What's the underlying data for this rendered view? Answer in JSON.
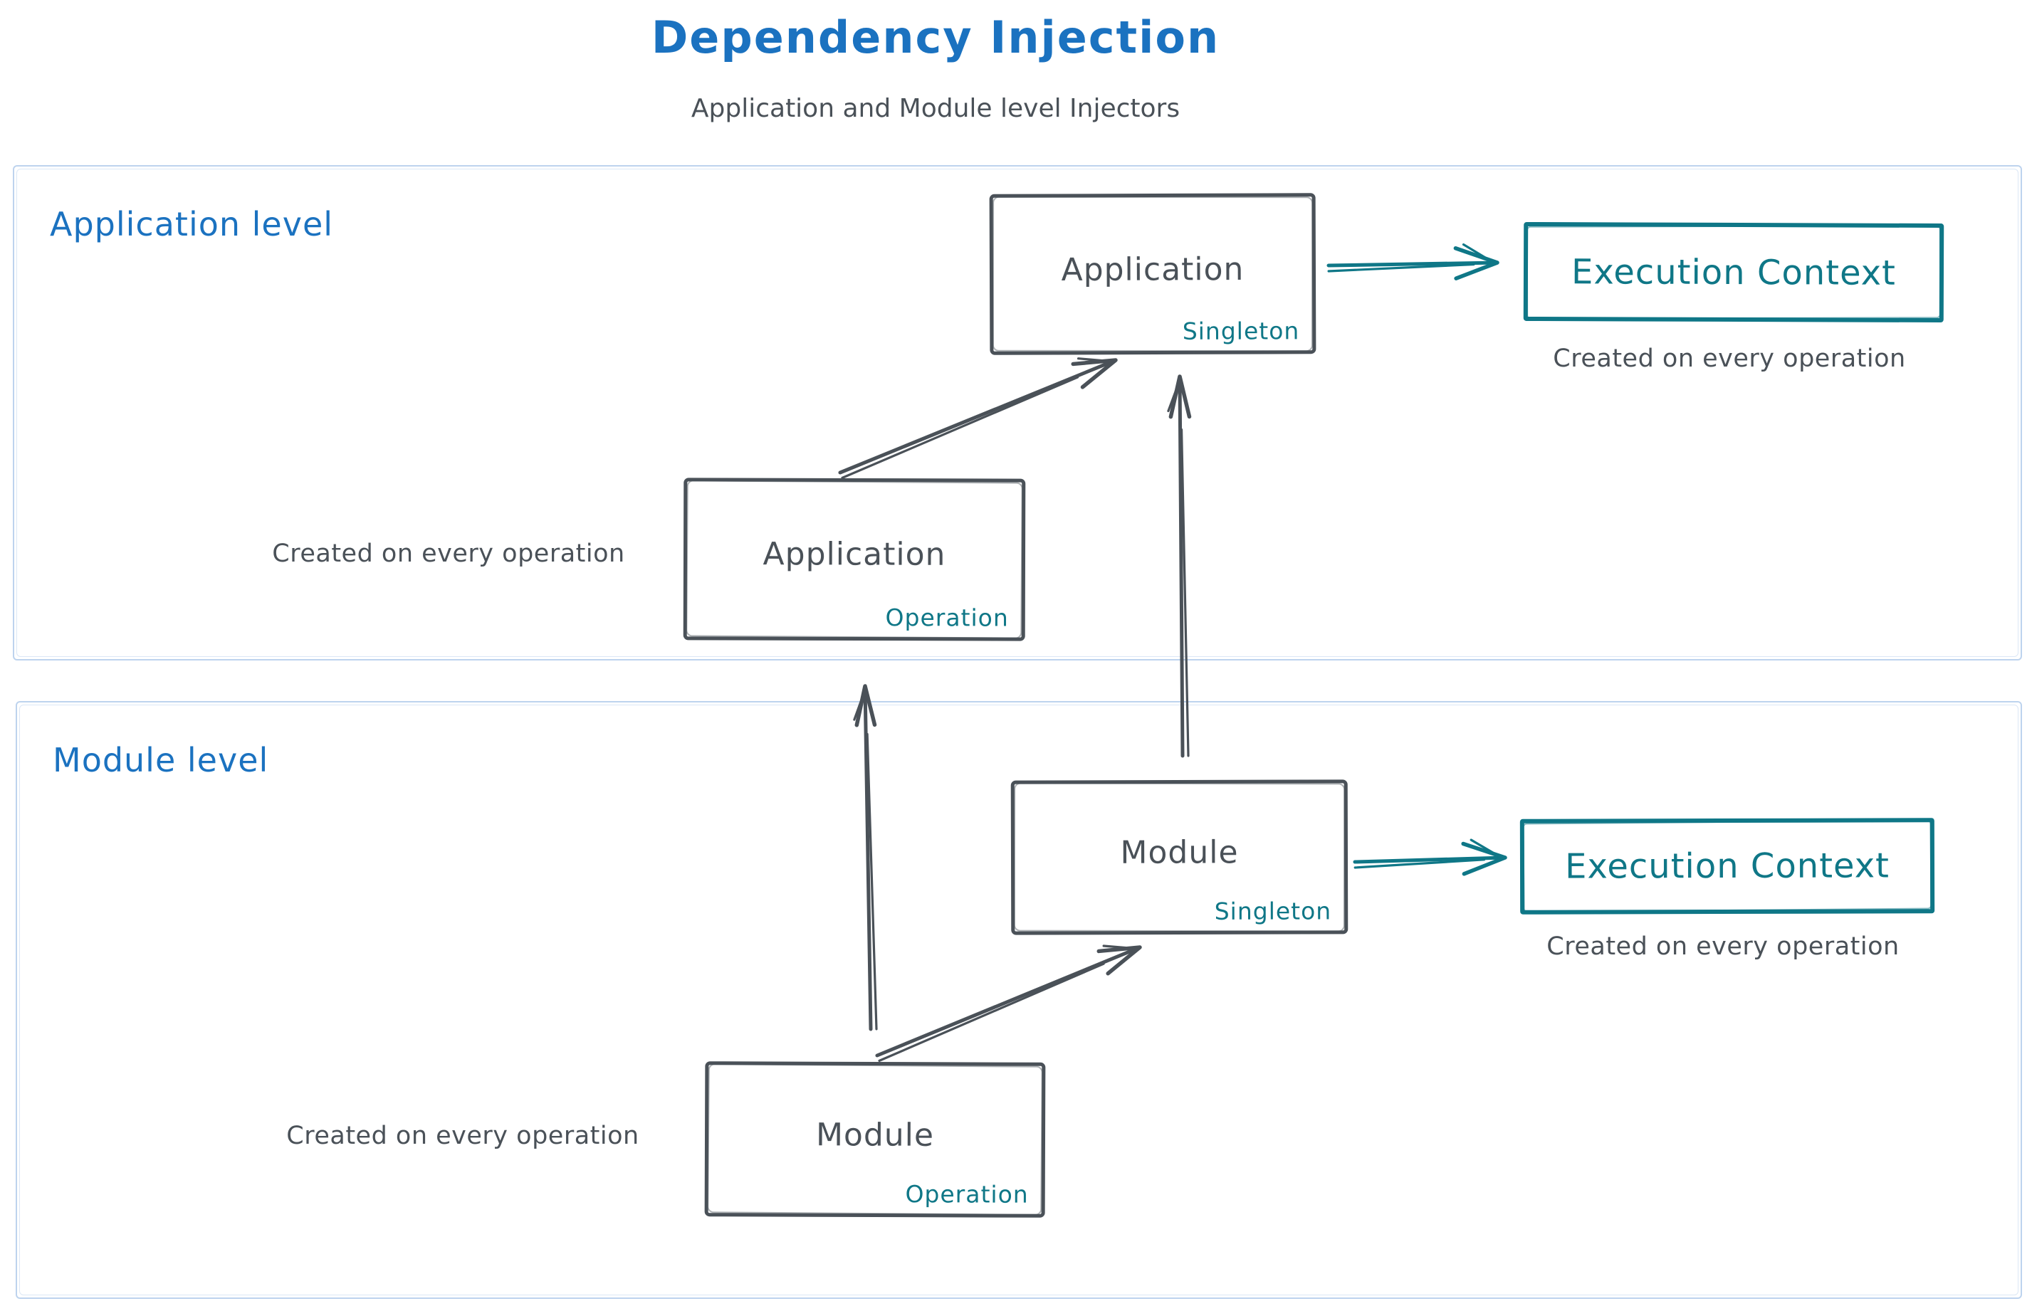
{
  "title": "Dependency Injection",
  "subtitle": "Application and Module level Injectors",
  "colors": {
    "blue": "#1b72c0",
    "ink": "#4a5158",
    "teal": "#0f7787",
    "frame": "#bdd3ee",
    "background": "#ffffff"
  },
  "sections": {
    "application": {
      "label": "Application level"
    },
    "module": {
      "label": "Module level"
    }
  },
  "nodes": {
    "app_singleton": {
      "title": "Application",
      "badge": "Singleton"
    },
    "app_operation": {
      "title": "Application",
      "badge": "Operation"
    },
    "module_singleton": {
      "title": "Module",
      "badge": "Singleton"
    },
    "module_operation": {
      "title": "Module",
      "badge": "Operation"
    },
    "exec_top": {
      "title": "Execution Context"
    },
    "exec_bottom": {
      "title": "Execution Context"
    }
  },
  "captions": {
    "app_operation": "Created on every operation",
    "exec_top": "Created on every operation",
    "module_operation": "Created on every operation",
    "exec_bottom": "Created on every operation"
  }
}
